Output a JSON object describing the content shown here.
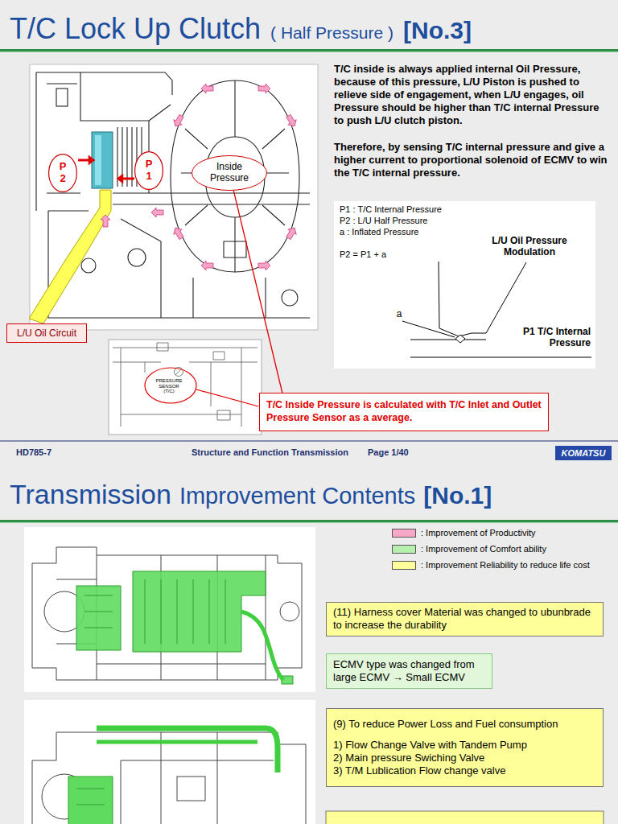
{
  "diagram": {
    "nodes": [
      {
        "text": [
          "P 2"
        ]
      },
      {
        "text": [
          "P 1"
        ]
      },
      {
        "text": [
          "Inside Pressure"
        ]
      },
      {
        "text": [
          "P1 : T/C Internal Pressure",
          "P2 : L/U Half Pressure",
          "a : Inflated Pressure",
          "P2 = P1 + a",
          "L/U Oil Pressure Modulation",
          "a",
          "P1 T/C Internal Pressure"
        ]
      },
      {
        "text": [
          "L/U Oil Circuit"
        ]
      },
      {
        "text": [
          "T/C Inside Pressure is calculated with T/C Inlet and Outlet Pressure Sensor as a average."
        ]
      },
      {
        "text": [
          "(11) Harness cover Material was changed to ubunbrade to increase the durability"
        ]
      },
      {
        "text": [
          "ECMV type was changed from large ECMV → Small ECMV"
        ]
      },
      {
        "text": [
          "(9) To reduce Power Loss and Fuel consumption",
          "1) Flow Change Valve with Tandem Pump",
          "2) Main pressure Swiching Valve",
          "3) T/M Lublication Flow change valve"
        ]
      }
    ],
    "edges": [
      {
        "from": 5,
        "to": 2,
        "arrow": "none"
      }
    ],
    "labels": [
      "T/C Lock Up Clutch",
      "( Half Pressure )",
      "[No.3]",
      "T/C inside is always applied internal Oil Pressure, because of this pressure, L/U Piston is pushed to relieve side of engagement, when L/U engages, oil Pressure should be higher than T/C internal Pressure to push L/U clutch piston.",
      "Therefore, by sensing T/C internal pressure and give a higher current to proportional solenoid of ECMV to win the T/C internal pressure.",
      "PRESSURE SENSOR (T/C)",
      "HD785-7",
      "Structure and Function Transmission",
      "Page 1/40",
      "KOMATSU",
      "Transmission",
      "Improvement Contents",
      "[No.1]"
    ],
    "legend": [
      {
        "text": ": Improvement of Productivity",
        "color": "#f7a8c8"
      },
      {
        "text": ": Improvement of Comfort ability",
        "color": "#b6efae"
      },
      {
        "text": ": Improvement Reliability to reduce life cost",
        "color": "#ffff99"
      }
    ]
  }
}
